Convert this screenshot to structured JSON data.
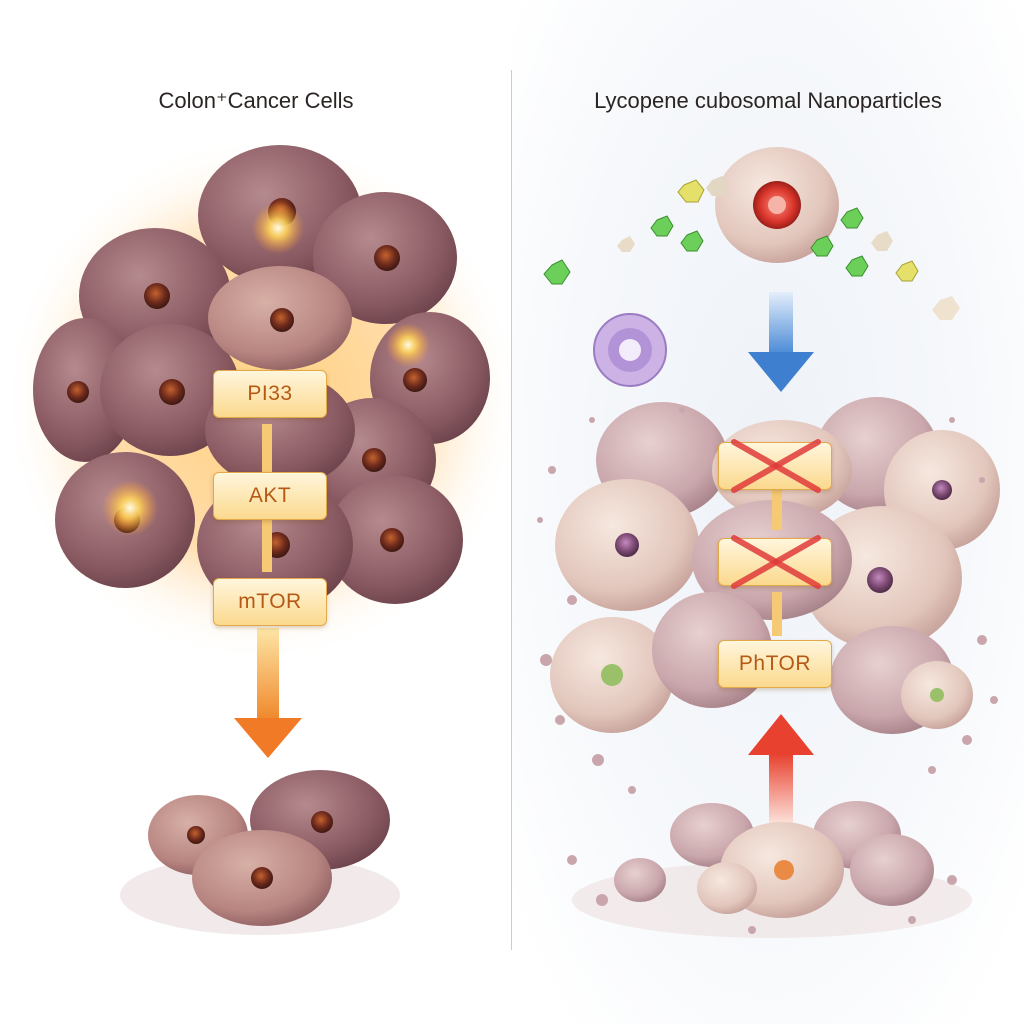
{
  "left": {
    "title": "Colon⁺Cancer Cells"
  },
  "right": {
    "title": "Lycopene cubosomal Nanoparticles"
  },
  "left_pathway": [
    {
      "label": "PI33",
      "inhibited": false
    },
    {
      "label": "AKT",
      "inhibited": false
    },
    {
      "label": "mTOR",
      "inhibited": false
    }
  ],
  "right_pathway": [
    {
      "label": "",
      "inhibited": true
    },
    {
      "label": "",
      "inhibited": true
    },
    {
      "label": "PhTOR",
      "inhibited": false
    }
  ],
  "colors": {
    "cancer_cell": "#8a5a62",
    "treated_cell": "#e8cfc6",
    "glow": "#ffb347",
    "activation_arrow": "#f28a2e",
    "delivery_arrow": "#4a8ad6",
    "feedback_arrow": "#e8412f",
    "inhibit_cross": "#e03b3b",
    "pathway_box": "#fbd98e"
  },
  "icons": [
    "cancer-cell-icon",
    "nanoparticle-icon",
    "cubosome-icon",
    "inhibition-cross-icon",
    "arrow-down-icon",
    "arrow-up-icon"
  ]
}
